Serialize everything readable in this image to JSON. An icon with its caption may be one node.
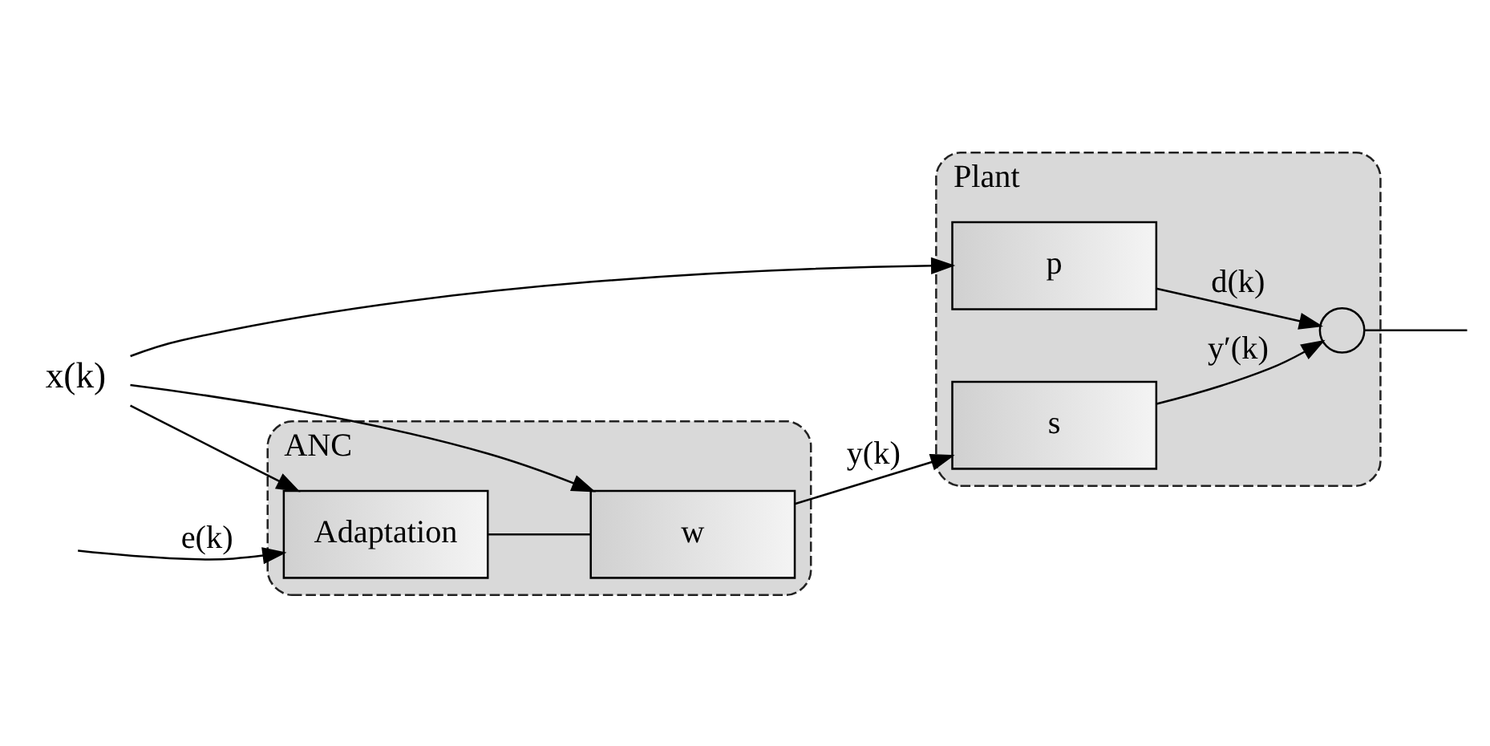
{
  "diagram": {
    "nodes": [
      {
        "text": [
          "ANC"
        ]
      },
      {
        "text": [
          "w"
        ],
        "in": 0
      },
      {
        "text": [
          "Adaptation"
        ],
        "in": 0
      },
      {
        "text": [
          "Plant"
        ]
      },
      {
        "text": [
          "p"
        ],
        "in": 3
      },
      {
        "text": [
          "s"
        ],
        "in": 3
      },
      {
        "text": [],
        "shape": "circle",
        "in": 3
      },
      {
        "text": [
          "x(k)"
        ]
      }
    ],
    "edges": [
      {
        "from": 7,
        "to": 4,
        "arrow": "to"
      },
      {
        "from": 7,
        "to": 1,
        "arrow": "to"
      },
      {
        "from": 7,
        "to": 2,
        "arrow": "to"
      },
      {
        "from": 4,
        "to": 6,
        "arrow": "to",
        "label": "d(k)"
      },
      {
        "from": 1,
        "to": 5,
        "arrow": "to",
        "label": "y(k)"
      },
      {
        "from": 5,
        "to": 6,
        "arrow": "to",
        "label": "y′(k)"
      },
      {
        "from": 6,
        "to": null,
        "arrow": "none"
      },
      {
        "from": null,
        "to": 2,
        "arrow": "to",
        "label": "e(k)"
      },
      {
        "from": 2,
        "to": 1,
        "arrow": "none"
      }
    ]
  }
}
